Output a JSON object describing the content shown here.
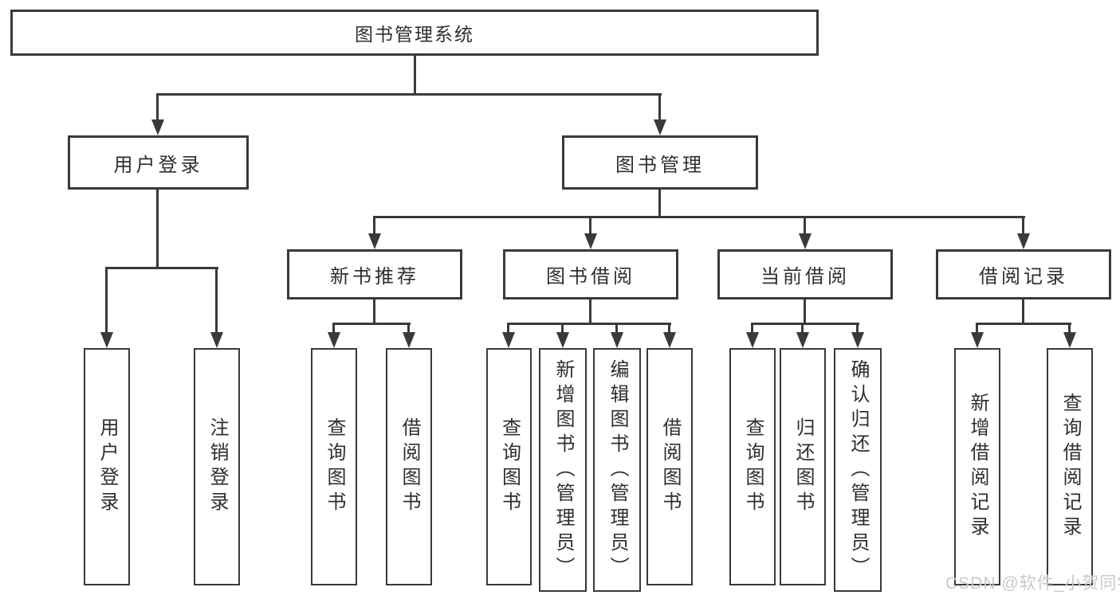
{
  "tree": {
    "root": {
      "label": "图书管理系统"
    },
    "branches": [
      {
        "label": "用户登录",
        "children": [
          {
            "label": "用户登录"
          },
          {
            "label": "注销登录"
          }
        ]
      },
      {
        "label": "图书管理",
        "children": [
          {
            "label": "新书推荐",
            "children": [
              {
                "label": "查询图书"
              },
              {
                "label": "借阅图书"
              }
            ]
          },
          {
            "label": "图书借阅",
            "children": [
              {
                "label": "查询图书"
              },
              {
                "label": "新增图书（管理员）"
              },
              {
                "label": "编辑图书（管理员）"
              },
              {
                "label": "借阅图书"
              }
            ]
          },
          {
            "label": "当前借阅",
            "children": [
              {
                "label": "查询图书"
              },
              {
                "label": "归还图书"
              },
              {
                "label": "确认归还（管理员）"
              }
            ]
          },
          {
            "label": "借阅记录",
            "children": [
              {
                "label": "新增借阅记录"
              },
              {
                "label": "查询借阅记录"
              }
            ]
          }
        ]
      }
    ]
  },
  "watermark": {
    "text": "CSDN @软件_小贺同学"
  },
  "colors": {
    "line": "#3a3a3a",
    "box_border": "#3a3a3a",
    "text": "#2f2f2f",
    "watermark": "#c9c9ce",
    "background": "#ffffff"
  }
}
